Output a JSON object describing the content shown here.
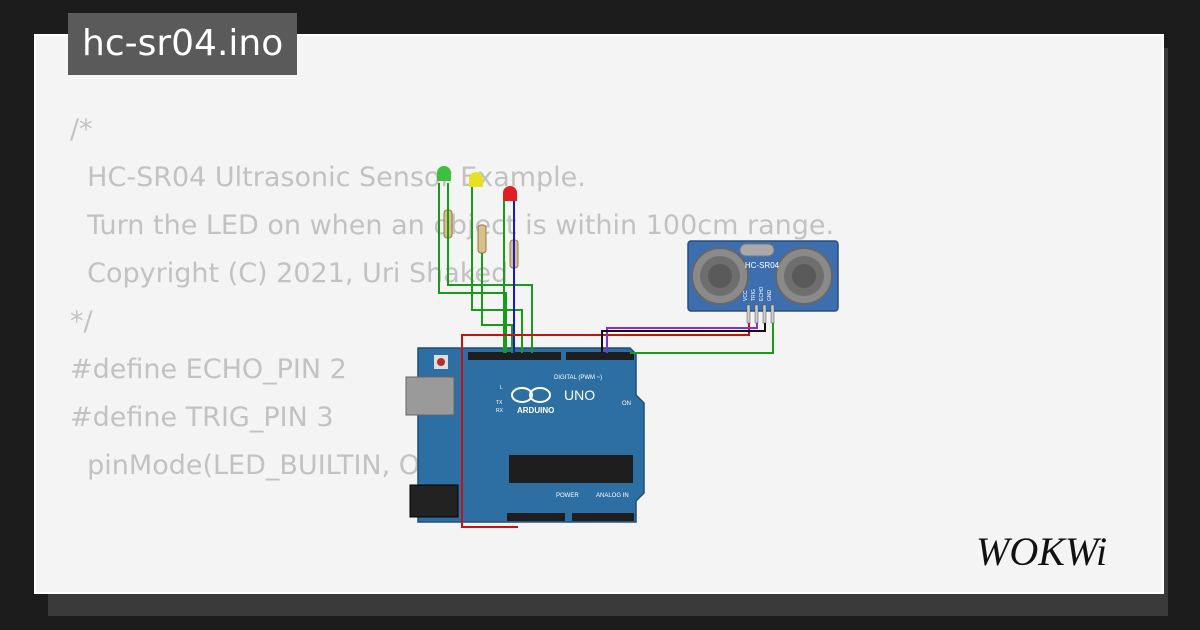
{
  "title": "hc-sr04.ino",
  "code_lines": [
    "/*",
    "  HC-SR04 Ultrasonic Sensor Example.",
    "",
    "  Turn the LED on when an object is within 100cm range.",
    "",
    "  Copyright (C) 2021, Uri Shaked",
    "*/",
    "",
    "#define ECHO_PIN 2",
    "#define TRIG_PIN 3",
    "  pinMode(LED_BUILTIN, OUTPUT);"
  ],
  "diagram": {
    "board_brand": "ARDUINO",
    "board_model": "UNO",
    "board_labels": {
      "digital": "DIGITAL (PWM ~)",
      "power": "POWER",
      "analog": "ANALOG IN",
      "on": "ON",
      "l": "L",
      "tx": "TX",
      "rx": "RX"
    },
    "sensor_label": "HC-SR04",
    "sensor_pins": [
      "VCC",
      "TRIG",
      "ECHO",
      "GND"
    ],
    "led_colors": [
      "#3fbf3f",
      "#e8e020",
      "#e02020"
    ],
    "wire_colors": {
      "green": "#1a9a1a",
      "blue": "#1a1acc",
      "red": "#cc1010",
      "purple": "#8a2be2",
      "black": "#111111"
    }
  },
  "brand": "WOKWi"
}
